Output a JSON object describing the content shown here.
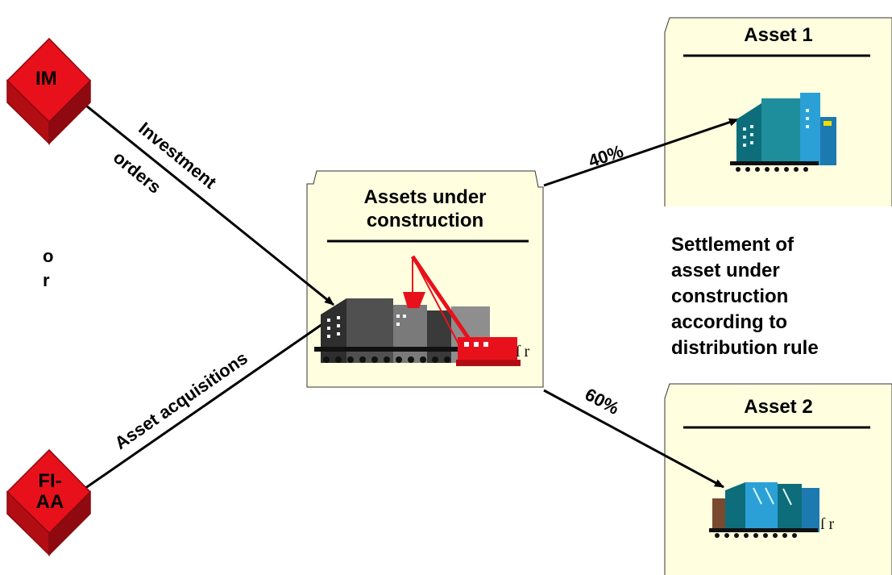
{
  "nodes": {
    "im": {
      "label": "IM"
    },
    "fiaa": {
      "label_line1": "FI-",
      "label_line2": "AA"
    },
    "auc": {
      "title_line1": "Assets under",
      "title_line2": "construction"
    },
    "asset1": {
      "title": "Asset 1"
    },
    "asset2": {
      "title": "Asset 2"
    }
  },
  "edges": {
    "investment": {
      "line1": "Investment",
      "line2": "orders"
    },
    "acquisitions": {
      "label": "Asset acquisitions"
    },
    "to_asset1": {
      "percent": "40%"
    },
    "to_asset2": {
      "percent": "60%"
    }
  },
  "or_label": {
    "line1": "o",
    "line2": "r"
  },
  "settlement": {
    "lines": [
      "Settlement of",
      "asset under",
      "construction",
      "according to",
      "distribution rule"
    ]
  },
  "colors": {
    "folder_fill": "#ffffe0",
    "cube_red": "#e8111b",
    "cube_dark": "#9c0c12"
  }
}
